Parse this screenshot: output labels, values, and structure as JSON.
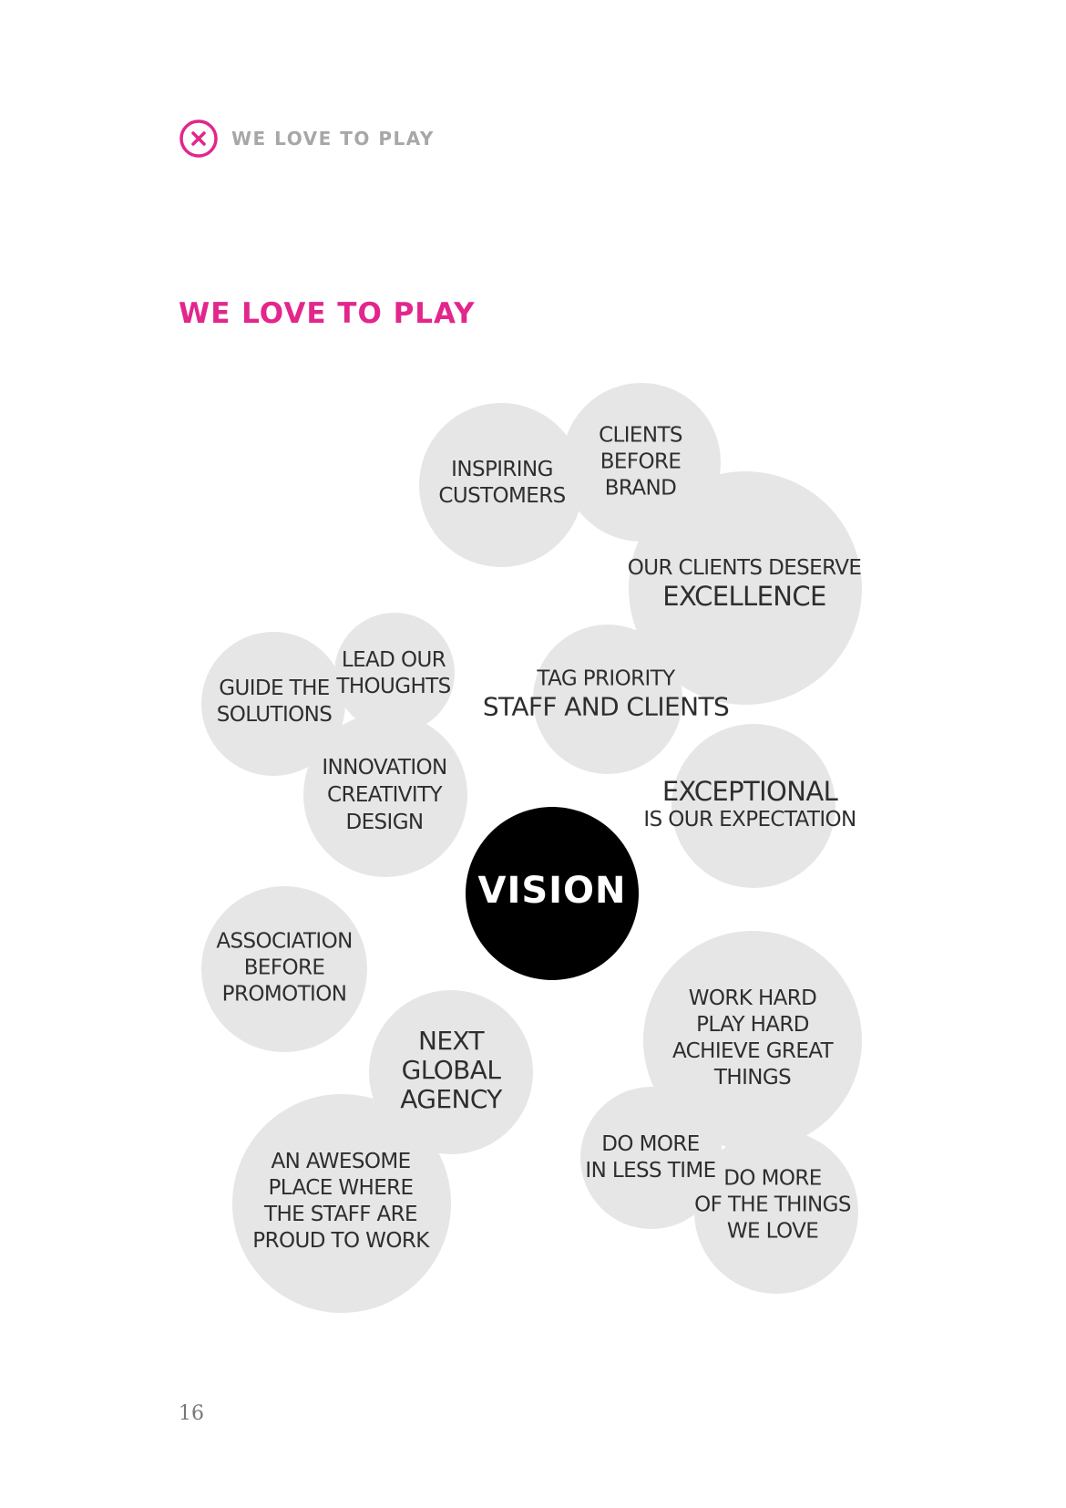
{
  "header": {
    "icon": "close-circle-icon",
    "accent_color": "#e2268c",
    "label": "WE LOVE TO PLAY"
  },
  "title": "WE LOVE TO PLAY",
  "bubbles": {
    "inspiring": [
      "INSPIRING",
      "CUSTOMERS"
    ],
    "clients_before": [
      "CLIENTS",
      "BEFORE",
      "BRAND"
    ],
    "excellence_small": "OUR CLIENTS DESERVE",
    "excellence_big": "EXCELLENCE",
    "guide": [
      "GUIDE THE",
      "SOLUTIONS"
    ],
    "lead": [
      "LEAD OUR",
      "THOUGHTS"
    ],
    "tag_small": "TAG PRIORITY",
    "tag_big": "STAFF AND CLIENTS",
    "innovation": [
      "INNOVATION",
      "CREATIVITY",
      "DESIGN"
    ],
    "exceptional_big": "EXCEPTIONAL",
    "exceptional_small": "IS OUR EXPECTATION",
    "vision": "VISION",
    "association": [
      "ASSOCIATION",
      "BEFORE",
      "PROMOTION"
    ],
    "next": [
      "NEXT",
      "GLOBAL",
      "AGENCY"
    ],
    "awesome": [
      "AN AWESOME",
      "PLACE WHERE",
      "THE STAFF ARE",
      "PROUD TO WORK"
    ],
    "work": [
      "WORK HARD",
      "PLAY HARD",
      "ACHIEVE GREAT",
      "THINGS"
    ],
    "do_more_time": [
      "DO MORE",
      "IN LESS TIME"
    ],
    "do_more_things": [
      "DO MORE",
      "OF THE THINGS",
      "WE LOVE"
    ]
  },
  "colors": {
    "bubble": "#e6e6e6",
    "vision": "#000000",
    "bubble_text": "#2e2e2e"
  },
  "page_number": "16"
}
